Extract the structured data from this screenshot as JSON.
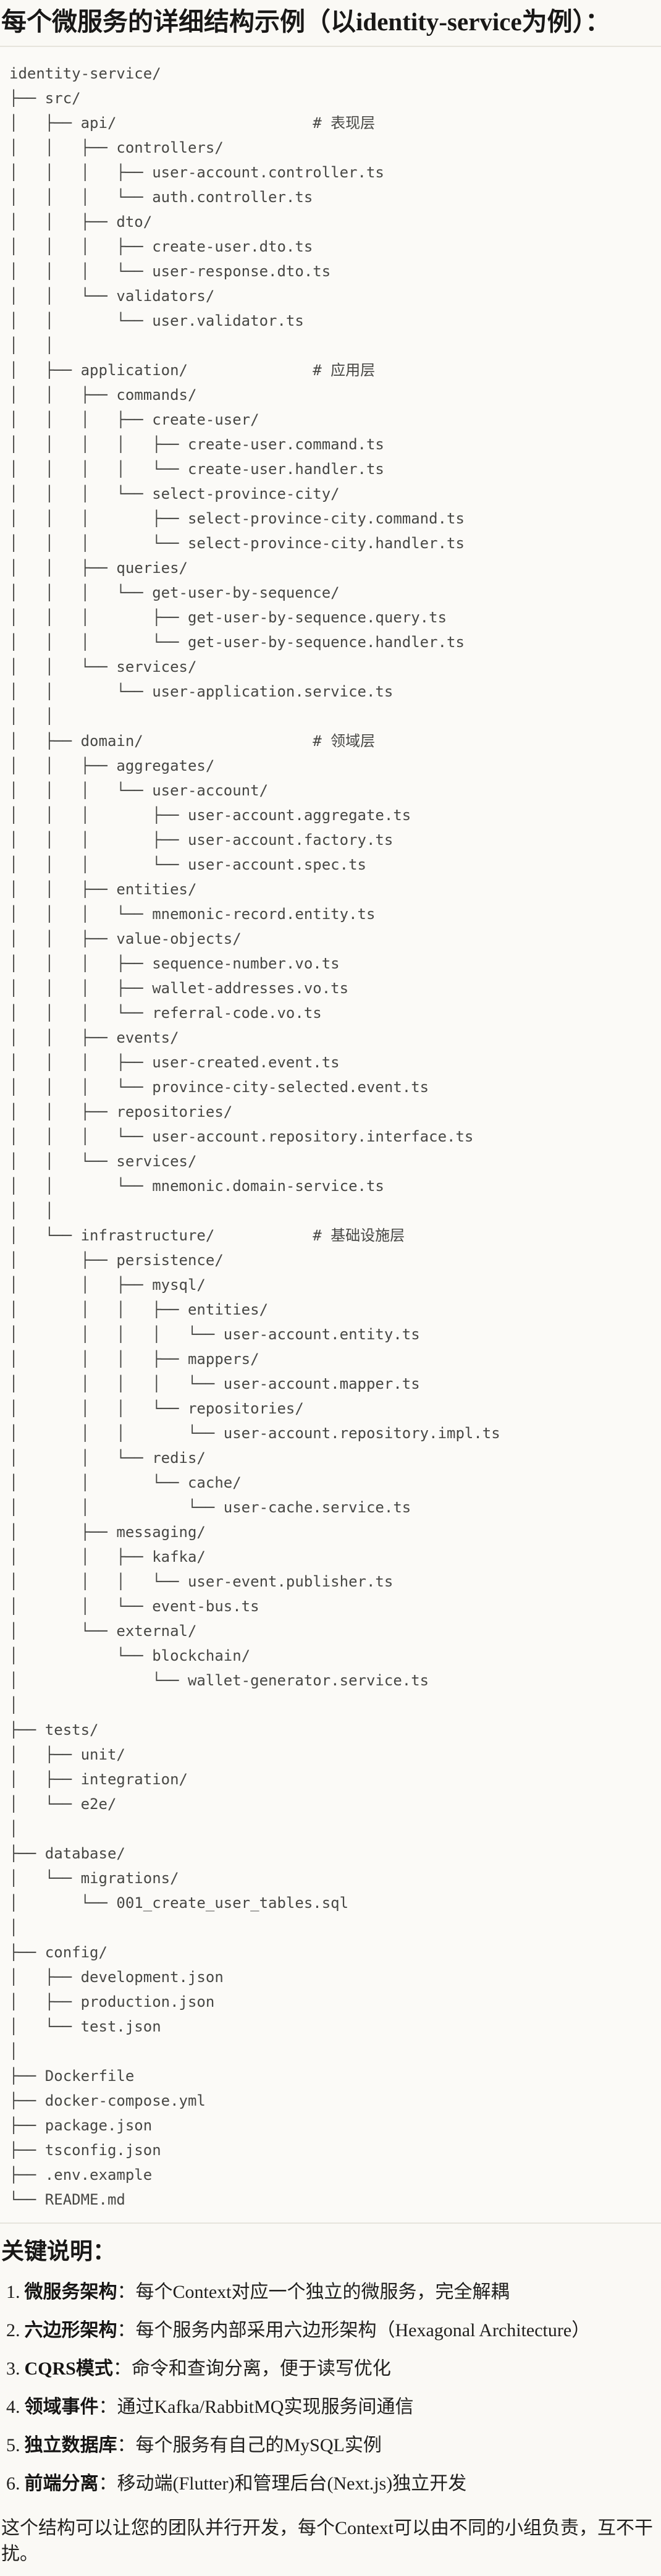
{
  "page": {
    "title": "每个微服务的详细结构示例（以identity-service为例）："
  },
  "colors": {
    "page_background": "#FAF9F5",
    "code_background": "#FBFAF7",
    "divider": "#E6E4DC",
    "code_text": "#474744",
    "heading_text": "#191817",
    "body_text": "#21201E"
  },
  "code_block": {
    "content_type": "ascii-file-tree",
    "tree_lines": [
      "identity-service/",
      "├── src/",
      "│   ├── api/                      # 表现层",
      "│   │   ├── controllers/",
      "│   │   │   ├── user-account.controller.ts",
      "│   │   │   └── auth.controller.ts",
      "│   │   ├── dto/",
      "│   │   │   ├── create-user.dto.ts",
      "│   │   │   └── user-response.dto.ts",
      "│   │   └── validators/",
      "│   │       └── user.validator.ts",
      "│   │",
      "│   ├── application/              # 应用层",
      "│   │   ├── commands/",
      "│   │   │   ├── create-user/",
      "│   │   │   │   ├── create-user.command.ts",
      "│   │   │   │   └── create-user.handler.ts",
      "│   │   │   └── select-province-city/",
      "│   │   │       ├── select-province-city.command.ts",
      "│   │   │       └── select-province-city.handler.ts",
      "│   │   ├── queries/",
      "│   │   │   └── get-user-by-sequence/",
      "│   │   │       ├── get-user-by-sequence.query.ts",
      "│   │   │       └── get-user-by-sequence.handler.ts",
      "│   │   └── services/",
      "│   │       └── user-application.service.ts",
      "│   │",
      "│   ├── domain/                   # 领域层",
      "│   │   ├── aggregates/",
      "│   │   │   └── user-account/",
      "│   │   │       ├── user-account.aggregate.ts",
      "│   │   │       ├── user-account.factory.ts",
      "│   │   │       └── user-account.spec.ts",
      "│   │   ├── entities/",
      "│   │   │   └── mnemonic-record.entity.ts",
      "│   │   ├── value-objects/",
      "│   │   │   ├── sequence-number.vo.ts",
      "│   │   │   ├── wallet-addresses.vo.ts",
      "│   │   │   └── referral-code.vo.ts",
      "│   │   ├── events/",
      "│   │   │   ├── user-created.event.ts",
      "│   │   │   └── province-city-selected.event.ts",
      "│   │   ├── repositories/",
      "│   │   │   └── user-account.repository.interface.ts",
      "│   │   └── services/",
      "│   │       └── mnemonic.domain-service.ts",
      "│   │",
      "│   └── infrastructure/           # 基础设施层",
      "│       ├── persistence/",
      "│       │   ├── mysql/",
      "│       │   │   ├── entities/",
      "│       │   │   │   └── user-account.entity.ts",
      "│       │   │   ├── mappers/",
      "│       │   │   │   └── user-account.mapper.ts",
      "│       │   │   └── repositories/",
      "│       │   │       └── user-account.repository.impl.ts",
      "│       │   └── redis/",
      "│       │       └── cache/",
      "│       │           └── user-cache.service.ts",
      "│       ├── messaging/",
      "│       │   ├── kafka/",
      "│       │   │   └── user-event.publisher.ts",
      "│       │   └── event-bus.ts",
      "│       └── external/",
      "│           └── blockchain/",
      "│               └── wallet-generator.service.ts",
      "│",
      "├── tests/",
      "│   ├── unit/",
      "│   ├── integration/",
      "│   └── e2e/",
      "│",
      "├── database/",
      "│   └── migrations/",
      "│       └── 001_create_user_tables.sql",
      "│",
      "├── config/",
      "│   ├── development.json",
      "│   ├── production.json",
      "│   └── test.json",
      "│",
      "├── Dockerfile",
      "├── docker-compose.yml",
      "├── package.json",
      "├── tsconfig.json",
      "├── .env.example",
      "└── README.md"
    ]
  },
  "notes": {
    "heading": "关键说明：",
    "items": [
      {
        "num": "1.",
        "term": "微服务架构",
        "colon": "：",
        "desc": "每个Context对应一个独立的微服务，完全解耦"
      },
      {
        "num": "2.",
        "term": "六边形架构",
        "colon": "：",
        "desc": "每个服务内部采用六边形架构（Hexagonal Architecture）"
      },
      {
        "num": "3.",
        "term": "CQRS模式",
        "colon": "：",
        "desc": "命令和查询分离，便于读写优化"
      },
      {
        "num": "4.",
        "term": "领域事件",
        "colon": "：",
        "desc": "通过Kafka/RabbitMQ实现服务间通信"
      },
      {
        "num": "5.",
        "term": "独立数据库",
        "colon": "：",
        "desc": "每个服务有自己的MySQL实例"
      },
      {
        "num": "6.",
        "term": "前端分离",
        "colon": "：",
        "desc": "移动端(Flutter)和管理后台(Next.js)独立开发"
      }
    ],
    "footer": "这个结构可以让您的团队并行开发，每个Context可以由不同的小组负责，互不干扰。"
  }
}
